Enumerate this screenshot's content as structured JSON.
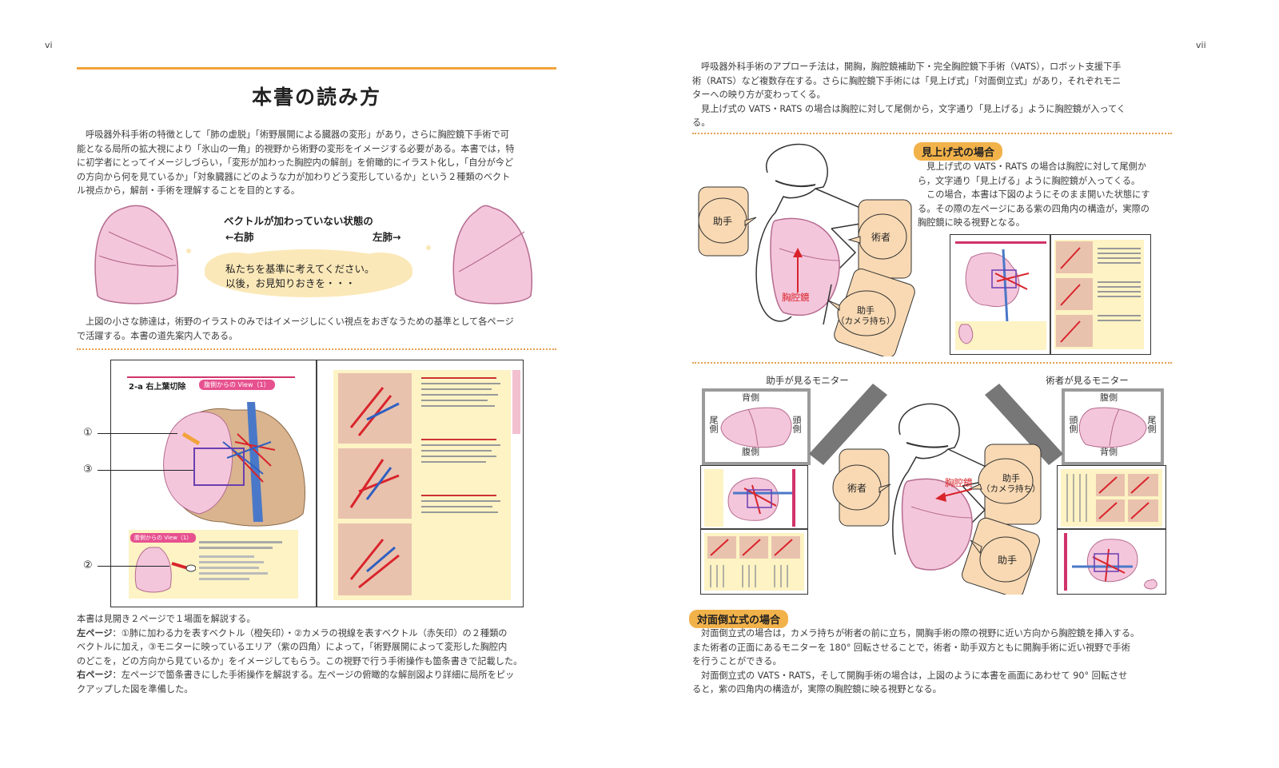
{
  "left": {
    "page_num": "vi",
    "title": "本書の読み方",
    "intro_lines": [
      "呼吸器外科手術の特徴として「肺の虚脱」「術野展開による臓器の変形」があり，さらに胸腔鏡下手術で可",
      "能となる局所の拡大視により「氷山の一角」的視野から術野の変形をイメージする必要がある。本書では，特",
      "に初学者にとってイメージしづらい，「変形が加わった胸腔内の解剖」を俯瞰的にイラスト化し，「自分が今ど",
      "の方向から何を見ているか」「対象臓器にどのような力が加わりどう変形しているか」という２種類のベクト",
      "ル視点から，解剖・手術を理解することを目的とする。"
    ],
    "lung_diagram": {
      "caption_title": "ベクトルが加わっていない状態の",
      "right_lung": "←右肺",
      "left_lung": "左肺→",
      "cloud_line1": "私たちを基準に考えてください。",
      "cloud_line2": "以後，お見知りおきを・・・"
    },
    "small_lung_lines": [
      "上図の小さな肺達は，術野のイラストのみではイメージしにくい視点をおぎなうための基準として各ページ",
      "で活躍する。本書の道先案内人である。"
    ],
    "spread": {
      "left_header": "2-a 右上葉切除",
      "left_tag": "腹側からの View（1）",
      "markers": [
        "①",
        "③",
        "②"
      ],
      "inset_tag": "腹側からの View（1）"
    },
    "bottom_lines": [
      {
        "prefix": "",
        "text": "本書は見開き２ページで１場面を解説する。"
      },
      {
        "prefix": "左ページ",
        "text": "：①肺に加わる力を表すベクトル（橙矢印）・②カメラの視線を表すベクトル（赤矢印）の２種類の"
      },
      {
        "prefix": "",
        "text": "ベクトルに加え，③モニターに映っているエリア（紫の四角）によって，「術野展開によって変形した胸腔内"
      },
      {
        "prefix": "",
        "text": "のどこを，どの方向から見ているか」をイメージしてもらう。この視野で行う手術操作も箇条書きで記載した。"
      },
      {
        "prefix": "右ページ",
        "text": "：左ページで箇条書きにした手術操作を解説する。左ページの俯瞰的な解剖図より詳細に局所をピッ"
      },
      {
        "prefix": "",
        "text": "クアップした図を準備した。"
      }
    ]
  },
  "right": {
    "page_num": "vii",
    "intro_lines": [
      "呼吸器外科手術のアプローチ法は，開胸，胸腔鏡補助下・完全胸腔鏡下手術（VATS），ロボット支援下手",
      "術（RATS）など複数存在する。さらに胸腔鏡下手術には「見上げ式」「対面倒立式」があり，それぞれモニ",
      "ターへの映り方が変わってくる。",
      "見上げ式の VATS・RATS の場合は胸腔に対して尾側から，文字通り「見上げる」ように胸腔鏡が入ってく",
      "る。"
    ],
    "miage": {
      "badge": "見上げ式の場合",
      "lines": [
        "見上げ式の VATS・RATS の場合は胸腔に対して尾側か",
        "ら，文字通り「見上げる」ように胸腔鏡が入ってくる。",
        "この場合，本書は下図のようにそのまま開いた状態にす",
        "る。その際の左ページにある紫の四角内の構造が，実際の",
        "胸腔鏡に映る視野となる。"
      ],
      "assistant": "助手",
      "surgeon": "術者",
      "scope": "胸腔鏡",
      "camera_l1": "助手",
      "camera_l2": "（カメラ持ち）"
    },
    "taimen": {
      "monitor_assistant": "助手が見るモニター",
      "monitor_surgeon": "術者が見るモニター",
      "dir_left": {
        "top": "背側",
        "left": "尾側",
        "right": "頭側",
        "bottom": "腹側"
      },
      "dir_right": {
        "top": "腹側",
        "left": "頭側",
        "right": "尾側",
        "bottom": "背側"
      },
      "surgeon": "術者",
      "scope": "胸腔鏡",
      "camera_l1": "助手",
      "camera_l2": "（カメラ持ち）",
      "assistant": "助手",
      "badge": "対面倒立式の場合",
      "lines": [
        "対面倒立式の場合は，カメラ持ちが術者の前に立ち，開胸手術の際の視野に近い方向から胸腔鏡を挿入する。",
        "また術者の正面にあるモニターを 180° 回転させることで，術者・助手双方ともに開胸手術に近い視野で手術",
        "を行うことができる。",
        "対面倒立式の VATS・RATS，そして開胸手術の場合は，上図のように本書を画面にあわせて 90° 回転させ",
        "ると，紫の四角内の構造が，実際の胸腔鏡に映る視野となる。"
      ]
    }
  },
  "colors": {
    "accent": "#f2a33a",
    "lung": "#f4c6dc",
    "lung_edge": "#b46b8e",
    "bubble": "#f8d9b3",
    "purple": "#6a3fb0",
    "red": "#d9242b"
  }
}
